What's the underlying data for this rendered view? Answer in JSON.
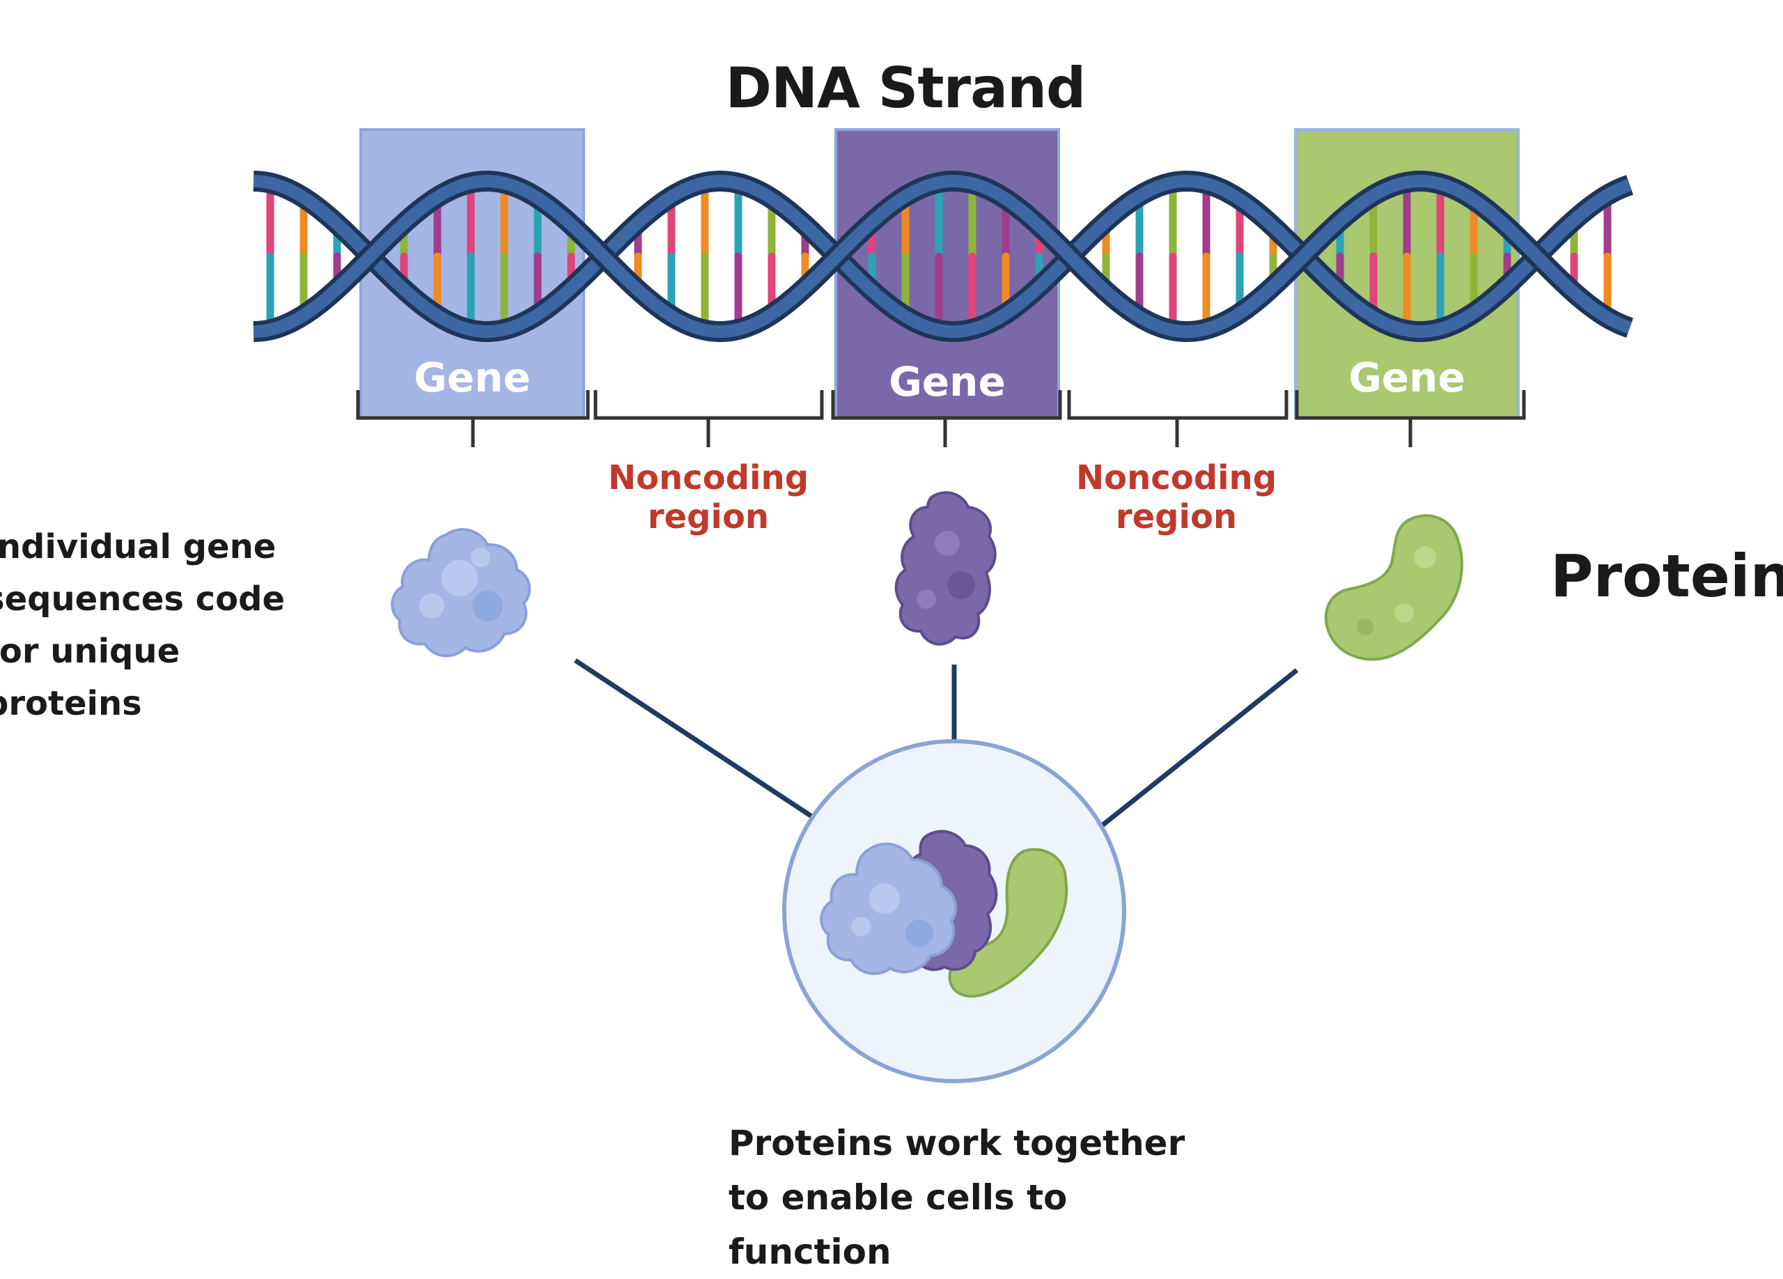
{
  "title": "DNA Strand",
  "genes": [
    "Gene",
    "Gene",
    "Gene"
  ],
  "noncoding": [
    "Noncoding region",
    "Noncoding region"
  ],
  "left_text": "Individual gene sequences code for unique proteins",
  "right_label": "Proteins",
  "bottom_text": "Proteins work together to enable cells to function",
  "colors": {
    "gene1": "#a4b6e6",
    "gene2": "#7b68a8",
    "gene3": "#a9c86f",
    "backbone": "#2b4b7e",
    "arrow": "#1f3a63",
    "noncoding": "#c0392b",
    "circle_fill": "#eef4fb",
    "circle_stroke": "#8aa4d4"
  }
}
